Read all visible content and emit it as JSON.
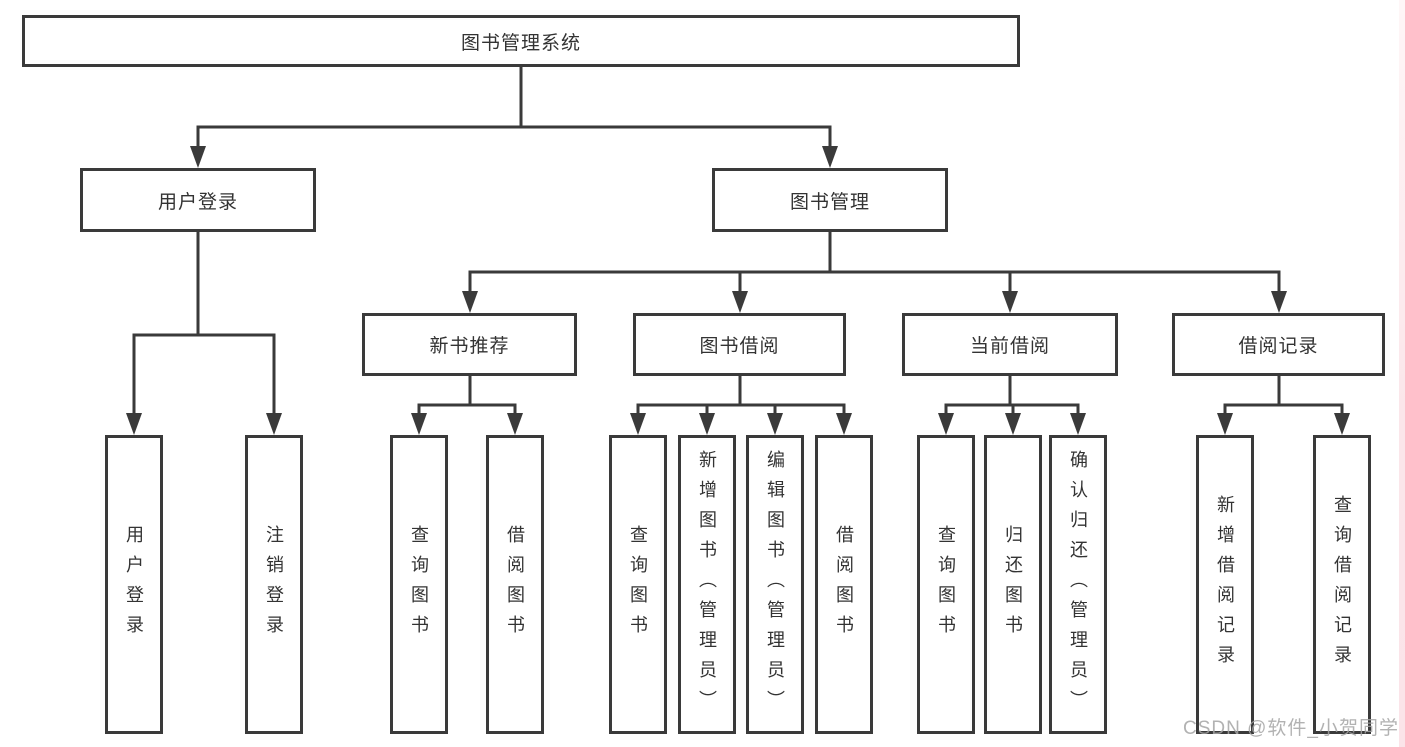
{
  "nodes": {
    "root": "图书管理系统",
    "level2": [
      "用户登录",
      "图书管理"
    ],
    "level3": [
      "新书推荐",
      "图书借阅",
      "当前借阅",
      "借阅记录"
    ],
    "level4": {
      "user_login": [
        "用户登录",
        "注销登录"
      ],
      "new_book_recommend": [
        "查询图书",
        "借阅图书"
      ],
      "book_borrow": [
        "查询图书",
        "新增图书（管理员）",
        "编辑图书（管理员）",
        "借阅图书"
      ],
      "current_borrow": [
        "查询图书",
        "归还图书",
        "确认归还（管理员）"
      ],
      "borrow_records": [
        "新增借阅记录",
        "查询借阅记录"
      ]
    }
  },
  "watermark": {
    "text": "CSDN @软件_小贺同学"
  },
  "colors": {
    "line": "#3a3a3a",
    "box_border": "#3a3a3a",
    "text": "#333333",
    "background": "#ffffff",
    "watermark": "#a5a5a5",
    "edge_strip": "#fbe4e9"
  }
}
